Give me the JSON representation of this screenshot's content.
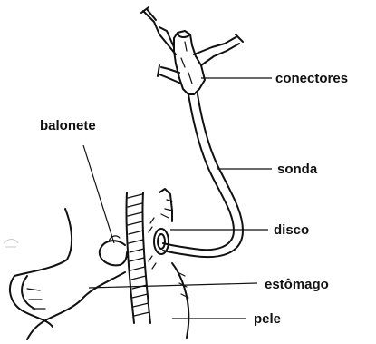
{
  "labels": {
    "conectores": "conectores",
    "balonete": "balonete",
    "sonda": "sonda",
    "disco": "disco",
    "estomago": "estômago",
    "pele": "pele"
  }
}
